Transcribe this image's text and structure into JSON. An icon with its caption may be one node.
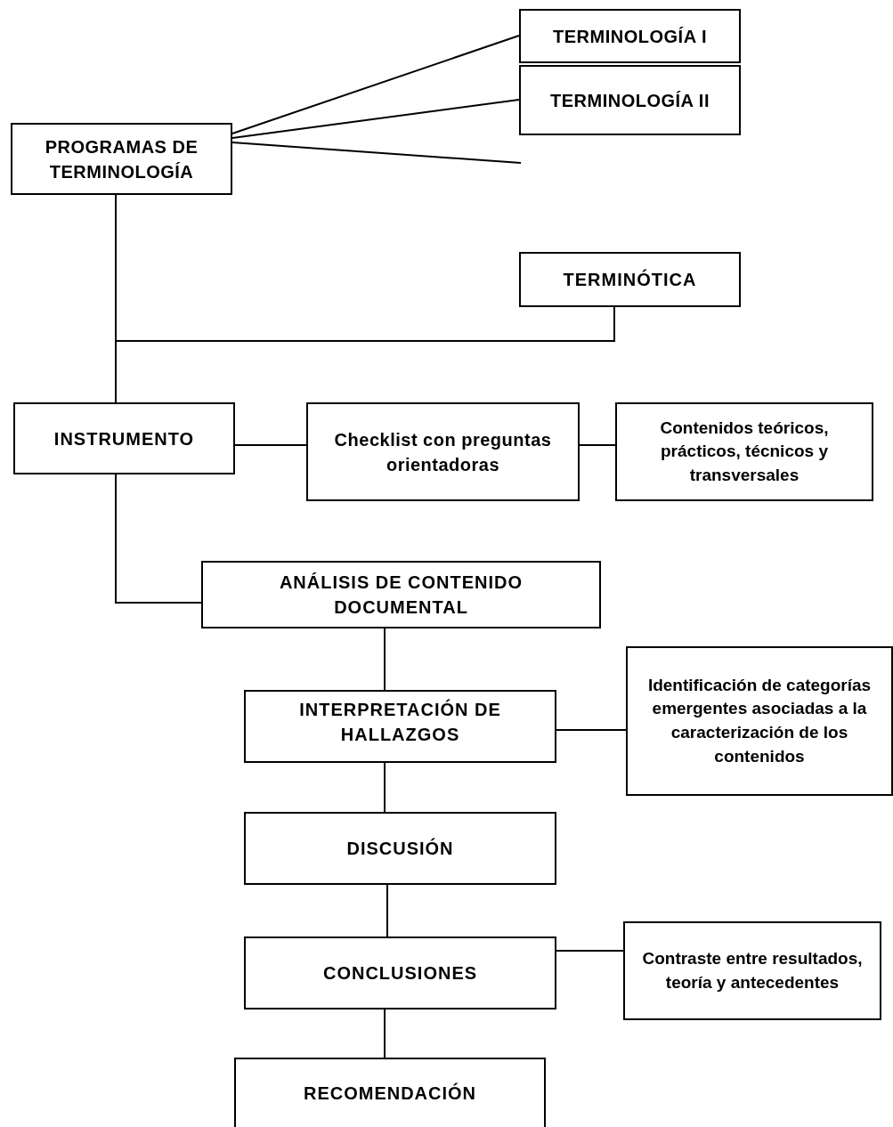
{
  "diagram": {
    "nodes": [
      {
        "text": [
          "PROGRAMAS DE TERMINOLOGÍA"
        ]
      },
      {
        "text": [
          "TERMINOLOGÍA I"
        ]
      },
      {
        "text": [
          "TERMINOLOGÍA II"
        ]
      },
      {
        "text": [
          "TERMINÓTICA"
        ]
      },
      {
        "text": [
          "INSTRUMENTO"
        ]
      },
      {
        "text": [
          "Checklist con preguntas orientadoras"
        ]
      },
      {
        "text": [
          "Contenidos teóricos, prácticos, técnicos y transversales"
        ]
      },
      {
        "text": [
          "ANÁLISIS DE CONTENIDO DOCUMENTAL"
        ]
      },
      {
        "text": [
          "INTERPRETACIÓN DE HALLAZGOS"
        ]
      },
      {
        "text": [
          "Identificación de categorías emergentes asociadas a la caracterización de los contenidos"
        ]
      },
      {
        "text": [
          "DISCUSIÓN"
        ]
      },
      {
        "text": [
          "CONCLUSIONES"
        ]
      },
      {
        "text": [
          "Contraste entre resultados, teoría y antecedentes"
        ]
      },
      {
        "text": [
          "RECOMENDACIÓN"
        ]
      }
    ],
    "edges": [
      {
        "from": 0,
        "to": 1,
        "arrow": "none"
      },
      {
        "from": 0,
        "to": 2,
        "arrow": "none"
      },
      {
        "from": 0,
        "to": null,
        "arrow": "none"
      },
      {
        "from": 0,
        "to": 4,
        "arrow": "none"
      },
      {
        "from": 3,
        "to": 4,
        "arrow": "none"
      },
      {
        "from": 4,
        "to": 5,
        "arrow": "none"
      },
      {
        "from": 5,
        "to": 6,
        "arrow": "none"
      },
      {
        "from": 4,
        "to": 7,
        "arrow": "none"
      },
      {
        "from": 7,
        "to": 8,
        "arrow": "none"
      },
      {
        "from": 8,
        "to": 9,
        "arrow": "none"
      },
      {
        "from": 8,
        "to": 10,
        "arrow": "none"
      },
      {
        "from": 10,
        "to": 11,
        "arrow": "none"
      },
      {
        "from": 11,
        "to": 12,
        "arrow": "none"
      },
      {
        "from": 11,
        "to": 13,
        "arrow": "none"
      }
    ]
  }
}
